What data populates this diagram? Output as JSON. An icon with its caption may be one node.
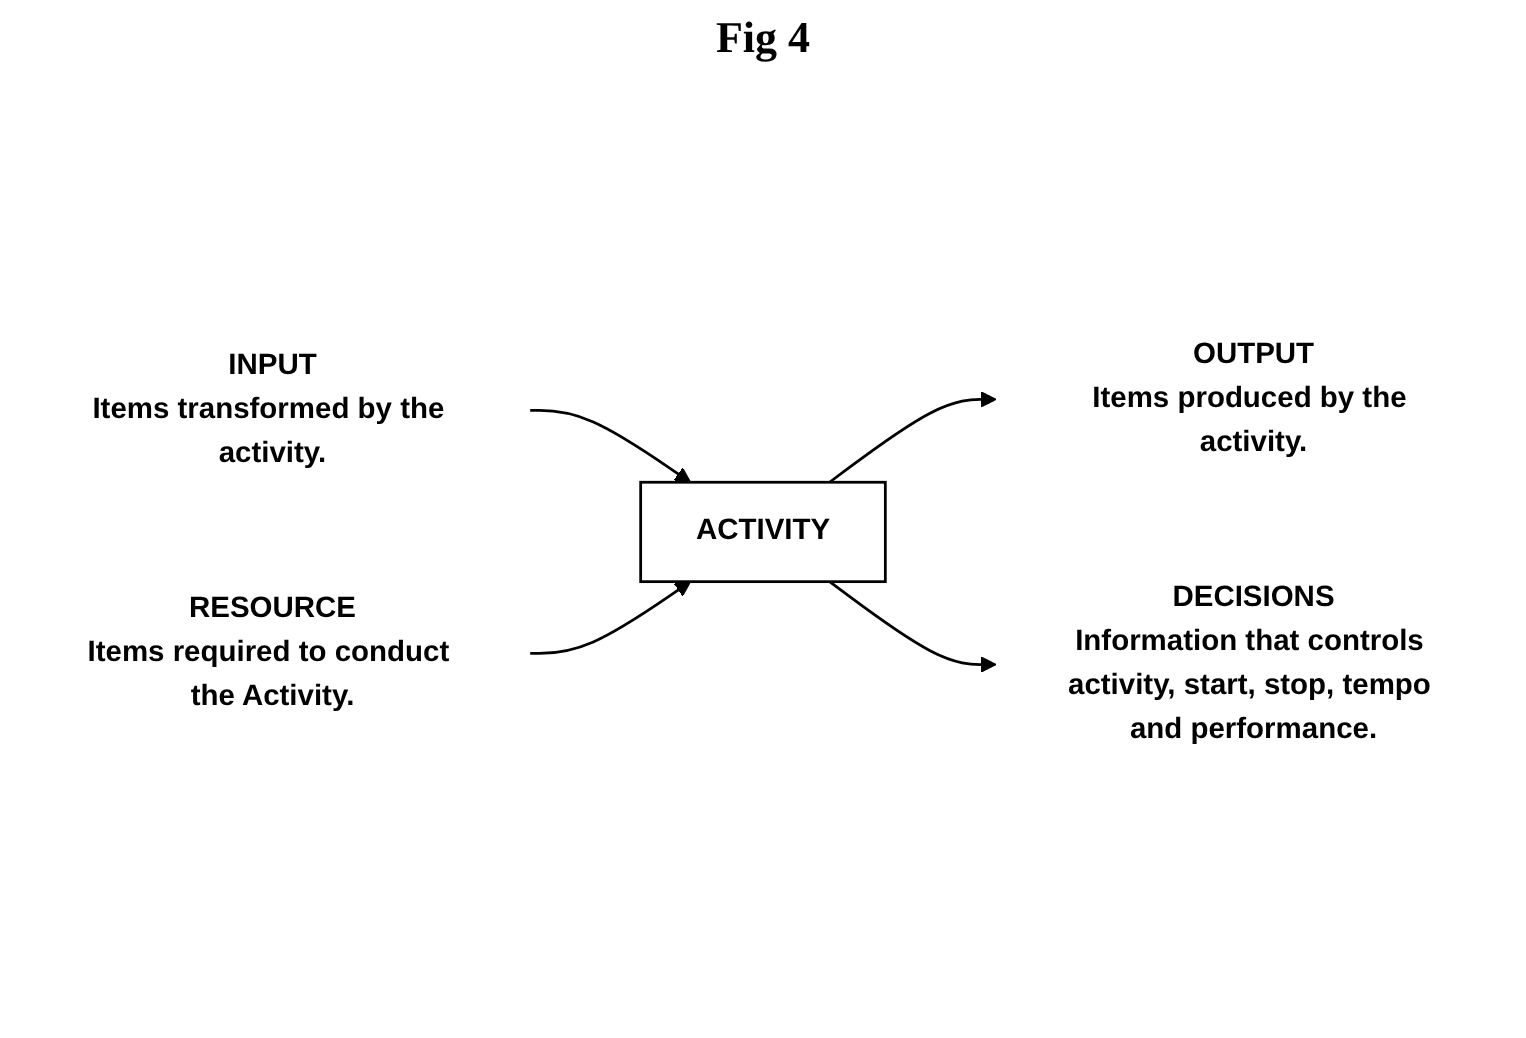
{
  "diagram": {
    "title": "Fig 4",
    "nodes": [
      {
        "text": [
          "ACTIVITY"
        ]
      },
      {
        "text": [
          "INPUT"
        ],
        "beside": [
          "Items transformed by the activity."
        ]
      },
      {
        "text": [
          "OUTPUT"
        ],
        "beside": [
          "Items produced by the activity."
        ]
      },
      {
        "text": [
          "DECISIONS"
        ],
        "beside": [
          "Information that controls activity, start, stop, tempo and performance."
        ]
      },
      {
        "text": [
          "RESOURCE"
        ],
        "beside": [
          "Items required to conduct the Activity."
        ]
      }
    ],
    "edges": [
      {
        "from": 1,
        "to": 0,
        "arrow": "to"
      },
      {
        "from": 0,
        "to": 2,
        "arrow": "to"
      },
      {
        "from": 0,
        "to": 3,
        "arrow": "to"
      },
      {
        "from": 4,
        "to": 0,
        "arrow": "to"
      }
    ]
  }
}
